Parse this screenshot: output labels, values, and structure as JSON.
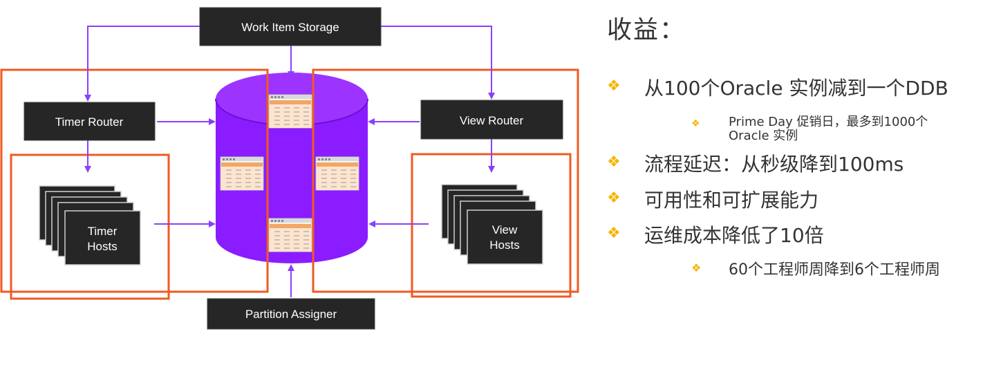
{
  "diagram": {
    "storage_label": "Work Item Storage",
    "timer_router_label": "Timer Router",
    "view_router_label": "View Router",
    "timer_hosts_label_line1": "Timer",
    "timer_hosts_label_line2": "Hosts",
    "view_hosts_label_line1": "View",
    "view_hosts_label_line2": "Hosts",
    "partition_assigner_label": "Partition Assigner",
    "colors": {
      "box": "#262626",
      "arrow": "#8a3ffc",
      "database": "#8b1cff",
      "highlight": "#f05a22",
      "bullet": "#f5b400"
    }
  },
  "benefits": {
    "title": "收益：",
    "items": [
      {
        "text": "从100个Oracle 实例减到一个DDB"
      },
      {
        "text": "Prime Day 促销日，最多到1000个",
        "text2": "Oracle 实例"
      },
      {
        "text": "流程延迟：从秒级降到100ms"
      },
      {
        "text": "可用性和可扩展能力"
      },
      {
        "text": "运维成本降低了10倍"
      },
      {
        "text": "60个工程师周降到6个工程师周"
      }
    ]
  }
}
